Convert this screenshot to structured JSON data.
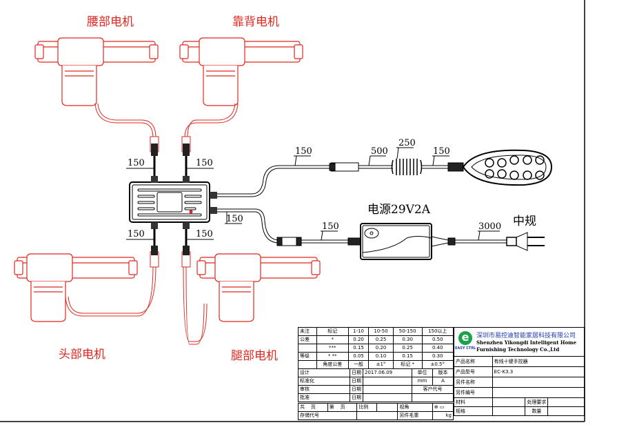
{
  "motors": {
    "lumbar": "腰部电机",
    "backrest": "靠背电机",
    "head": "头部电机",
    "leg": "腿部电机"
  },
  "cable_lengths": {
    "m1": "150",
    "m2": "150",
    "m3": "150",
    "m4": "150",
    "handset_cable": "150",
    "handset_ext": "500",
    "handset_coil": "250",
    "handset_end": "150",
    "power_out": "150",
    "power_in": "150",
    "mains": "3000"
  },
  "power_supply": "电源29V2A",
  "plug": "中规",
  "colors": {
    "motor": "#e0261e",
    "line": "#000000"
  },
  "title_block": {
    "tol_rows": [
      [
        "未注",
        "标记",
        "1-10",
        "10-50",
        "50-150",
        "150以上"
      ],
      [
        "公差",
        "*",
        "0.20",
        "0.25",
        "0.30",
        "0.50"
      ],
      [
        "",
        "***",
        "0.15",
        "0.20",
        "0.25",
        "0.40"
      ],
      [
        "等级",
        "* **",
        "0.05",
        "0.10",
        "0.15",
        "0.30"
      ]
    ],
    "angle": [
      "角度公差",
      "一般",
      "±1°",
      "标记 *",
      "±0.5°"
    ],
    "design": "设计",
    "date": "日期",
    "date_value": "2017.06.09",
    "unit": "单位",
    "version": "版本",
    "standard": "标准化",
    "unit_value": "mm",
    "version_value": "A",
    "review": "审核",
    "customer_code": "客户代号",
    "approve": "批准",
    "total": "共",
    "page": "页",
    "nth": "第",
    "scale": "比例",
    "view": "视角",
    "storage": "存储代号",
    "weight": "另件毛重",
    "kg": "kg",
    "company_cn": "深圳市易控迪智能家居科技有限公司",
    "company_en1": "Shenzhen Yikongdi Intelligent Home",
    "company_en2": "Furnishing Technology Co.,Ltd",
    "logo_text": "EASY CTRL",
    "product_name_label": "产品名称",
    "product_name": "有线十键手控器",
    "model_label": "产品型号",
    "model": "EC-K3.3",
    "part_name": "另件名称",
    "part_no": "另件编号",
    "material": "材料",
    "treatment": "处理要求",
    "spec": "规格",
    "qty": "数量"
  }
}
